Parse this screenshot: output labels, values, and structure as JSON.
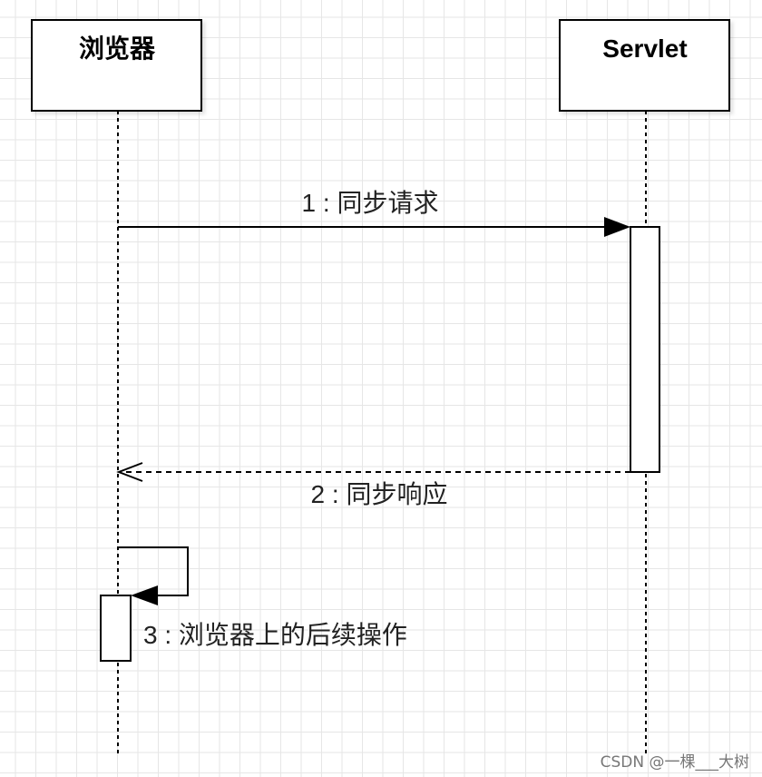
{
  "participants": {
    "browser": {
      "label": "浏览器"
    },
    "servlet": {
      "label": "Servlet"
    }
  },
  "messages": [
    {
      "label": "1 : 同步请求",
      "kind": "synchronous request"
    },
    {
      "label": "2 : 同步响应",
      "kind": "synchronous response"
    },
    {
      "label": "3 : 浏览器上的后续操作",
      "kind": "self call"
    }
  ],
  "watermark": "CSDN @一棵___大树",
  "colors": {
    "line": "#000000",
    "grid": "#e6e6e6",
    "background": "#ffffff"
  }
}
